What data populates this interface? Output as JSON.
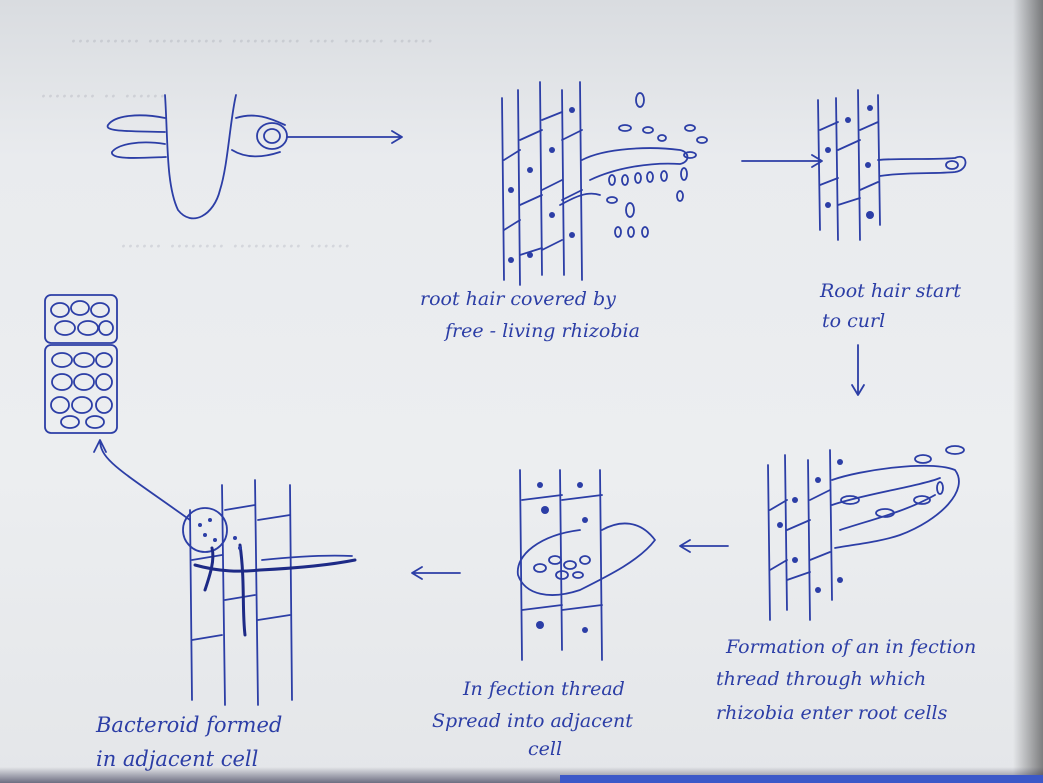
{
  "captions": {
    "step1": [
      "root hair covered by",
      "free - living rhizobia"
    ],
    "step2": [
      "Root hair start",
      "to curl"
    ],
    "step3": [
      "Formation of an in fection",
      "thread through which",
      "rhizobia enter root cells"
    ],
    "step4": [
      "In fection thread",
      "Spread into adjacent",
      "cell"
    ],
    "step5": [
      "Bacteroid formed",
      "in adjacent cell"
    ]
  },
  "colors": {
    "ink": "#2c3ea6",
    "board": "#eceef0"
  }
}
